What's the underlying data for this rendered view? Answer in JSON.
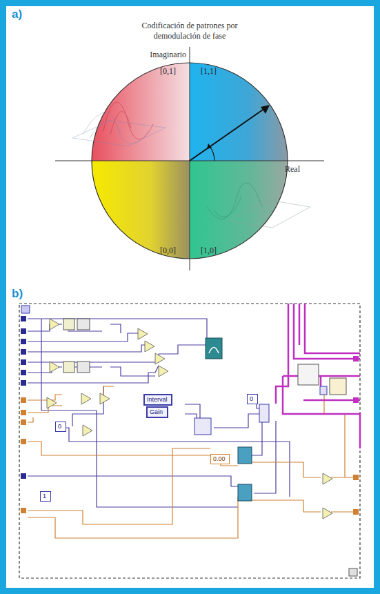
{
  "diagram": {
    "title": "Codificación de patrones por demodulación de fase",
    "nodes": [
      {
        "text": [
          "Interval"
        ]
      },
      {
        "text": [
          "0"
        ]
      },
      {
        "text": [
          "Gain"
        ]
      },
      {
        "text": [
          "0"
        ]
      },
      {
        "text": [
          "0.00"
        ]
      },
      {
        "text": [
          "1"
        ]
      }
    ],
    "labels": [
      "a)",
      "Imaginario",
      "[0,1]",
      "[1,1]",
      "Real",
      "[0,0]",
      "[1,0]",
      "b)"
    ]
  }
}
